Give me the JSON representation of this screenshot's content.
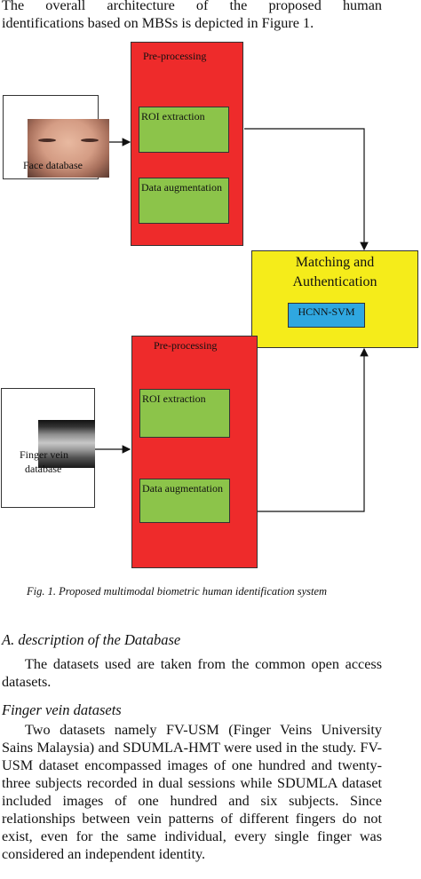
{
  "intro_paragraph": {
    "line1": "The overall architecture of the proposed human",
    "line2": "identifications based on MBSs is depicted in Figure 1."
  },
  "diagram": {
    "face_branch": {
      "preprocessing_label": "Pre-processing",
      "roi_label": "ROI extraction",
      "augmentation_label": "Data augmentation",
      "database_label": "Face database"
    },
    "finger_branch": {
      "preprocessing_label": "Pre-processing",
      "roi_label": "ROI extraction",
      "augmentation_label": "Data augmentation",
      "database_label_line1": "Finger vein",
      "database_label_line2": "database"
    },
    "matching": {
      "title_line1": "Matching and",
      "title_line2": "Authentication",
      "classifier_label": "HCNN-SVM"
    },
    "colors": {
      "preprocessing_red": "#ee2b2b",
      "stage_green": "#8cc44a",
      "matching_yellow": "#f5ec1a",
      "classifier_blue": "#2fa7e0"
    }
  },
  "figure_caption": "Fig. 1. Proposed multimodal biometric human  identification system",
  "section_heading": "A.  description of the Database",
  "section_paragraph": "The datasets used are taken from the common open access datasets.",
  "subsection_heading": "Finger vein datasets",
  "subsection_paragraph": "Two datasets namely FV-USM (Finger Veins University Sains Malaysia) and SDUMLA-HMT were used in the study. FV- USM dataset encompassed images of one hundred and twenty-three subjects recorded in dual sessions while SDUMLA dataset included images of one hundred and six subjects. Since relationships between vein patterns of different fingers do not exist, even for the same individual, every single finger was considered an independent identity."
}
